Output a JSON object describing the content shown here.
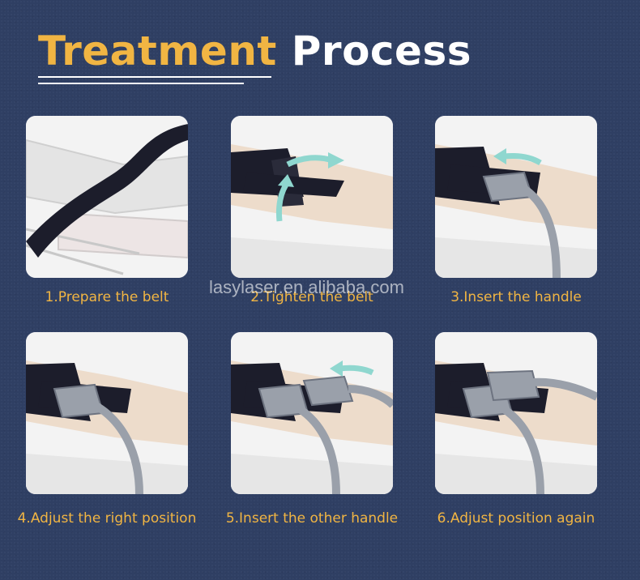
{
  "header": {
    "title_accent": "Treatment",
    "title_rest": "Process"
  },
  "steps": [
    {
      "label": "1.Prepare the belt"
    },
    {
      "label": "2.Tighten the belt"
    },
    {
      "label": "3.Insert the handle"
    },
    {
      "label": "4.Adjust the right position"
    },
    {
      "label": "5.Insert the other handle"
    },
    {
      "label": "6.Adjust position again"
    }
  ],
  "watermark": "lasylaser.en.alibaba.com",
  "colors": {
    "background": "#2f3f63",
    "accent": "#f1b543",
    "arrow": "#8fd7cf"
  }
}
